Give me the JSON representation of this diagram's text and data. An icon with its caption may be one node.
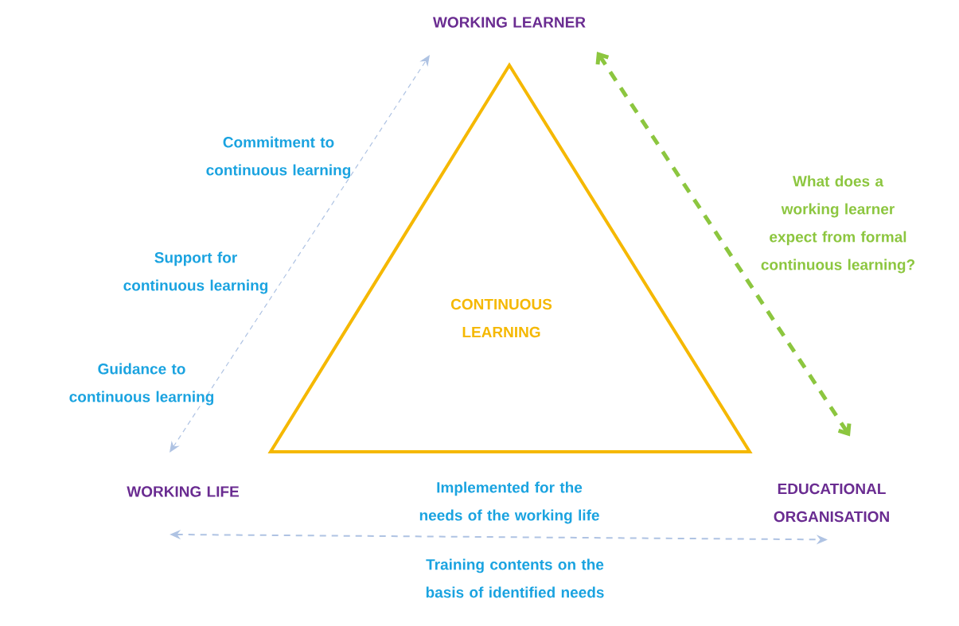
{
  "diagram": {
    "nodes": [
      {
        "text": [
          "WORKING LEARNER"
        ]
      },
      {
        "text": [
          "CONTINUOUS LEARNING"
        ]
      },
      {
        "text": [
          "WORKING LIFE"
        ]
      },
      {
        "text": [
          "EDUCATIONAL ORGANISATION"
        ]
      }
    ],
    "edges": [
      {
        "from": 2,
        "to": 0,
        "arrow": "both",
        "style": "dashed"
      },
      {
        "from": 0,
        "to": 3,
        "arrow": "both",
        "style": "dashed",
        "color": "#8cc63f"
      },
      {
        "from": 2,
        "to": 3,
        "arrow": "both",
        "style": "dashed"
      }
    ],
    "labels": [
      "Commitment to continuous learning",
      "Support for continuous learning",
      "Guidance to continuous learning",
      "What does a working learner expect from formal continuous learning?",
      "Implemented for the needs of the working life",
      "Training contents on the basis of identified needs"
    ]
  }
}
